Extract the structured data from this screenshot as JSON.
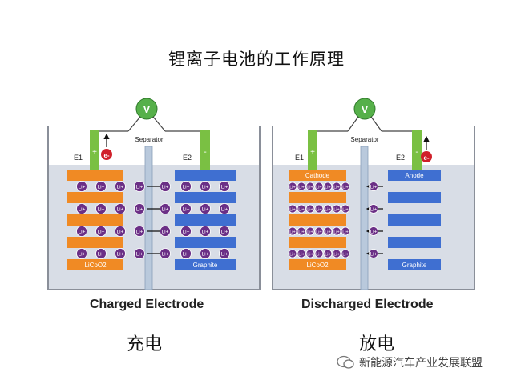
{
  "title": "锂离子电池的工作原理",
  "left_panel": {
    "voltmeter": "V",
    "electrode_left": "E1",
    "electrode_right": "E2",
    "terminal_plus": "+",
    "terminal_minus": "-",
    "electron": "e-",
    "separator": "Separator",
    "cathode_material": "LiCoO2",
    "anode_material": "Graphite",
    "ion": "Li",
    "ion_charge": "+",
    "subtitle": "Charged Electrode",
    "caption": "充电"
  },
  "right_panel": {
    "voltmeter": "V",
    "electrode_left": "E1",
    "electrode_right": "E2",
    "terminal_plus": "+",
    "terminal_minus": "-",
    "electron": "e-",
    "separator": "Separator",
    "cathode_label": "Cathode",
    "anode_label": "Anode",
    "cathode_material": "LiCoO2",
    "anode_material": "Graphite",
    "ion": "Li",
    "ion_charge": "+",
    "subtitle": "Discharged Electrode",
    "caption": "放电"
  },
  "watermark": "新能源汽车产业发展联盟",
  "colors": {
    "cathode": "#f08a24",
    "anode": "#3f6fd1",
    "electrolyte": "#d8dde6",
    "separator": "#b9c9dc",
    "terminal": "#7ac043",
    "ion": "#6b2f86",
    "electron": "#d0202a",
    "voltmeter": "#56b04a"
  }
}
